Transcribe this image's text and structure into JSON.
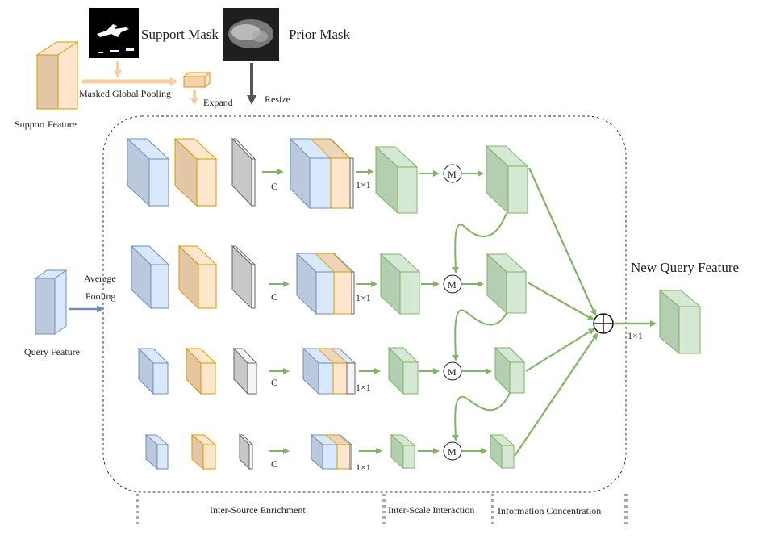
{
  "labels": {
    "support_mask": "Support Mask",
    "prior_mask": "Prior Mask",
    "masked_global_pooling": "Masked Global Pooling",
    "expand": "Expand",
    "resize": "Resize",
    "support_feature": "Support Feature",
    "query_feature": "Query Feature",
    "average": "Average",
    "pooling": "Pooling",
    "new_query_feature": "New Query Feature",
    "concat": "C",
    "conv1x1": "1×1",
    "merge": "M",
    "stage_inter_source": "Inter-Source Enrichment",
    "stage_inter_scale": "Inter-Scale Interaction",
    "stage_information": "Information Concentration"
  },
  "colors": {
    "query_blue_front": "#dae8fc",
    "query_blue_side": "#bcc9dc",
    "query_blue_stroke": "#6c8ebf",
    "support_orange_front": "#ffe6cc",
    "support_orange_side": "#e2c6a6",
    "support_orange_stroke": "#d79b00",
    "mask_gray_front": "#f5f5f5",
    "mask_gray_side": "#c8c8c8",
    "mask_gray_stroke": "#666666",
    "green_front": "#d5e8d4",
    "green_side": "#b3ceb1",
    "green_stroke": "#82b366",
    "arrow_green": "#82b366",
    "arrow_orange": "#f8cea1",
    "arrow_blue": "#6c8ebf",
    "arrow_dark": "#555555"
  }
}
